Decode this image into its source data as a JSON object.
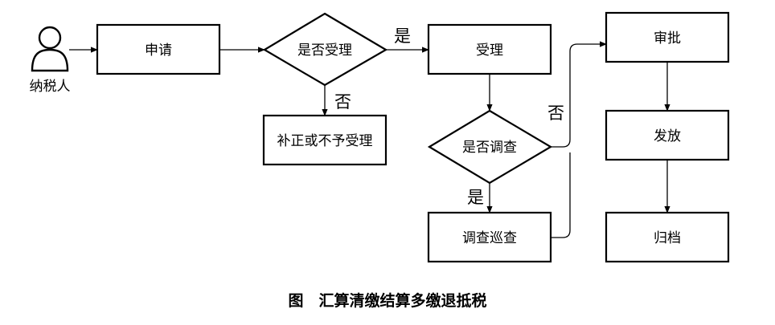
{
  "actor": {
    "label": "纳税人"
  },
  "nodes": {
    "apply": "申请",
    "accept_check": "是否受理",
    "reject": "补正或不予受理",
    "accept": "受理",
    "investigate_check": "是否调查",
    "investigate": "调查巡查",
    "approve": "审批",
    "issue": "发放",
    "archive": "归档"
  },
  "edges": {
    "accept_yes": "是",
    "accept_no": "否",
    "investigate_no": "否",
    "investigate_yes": "是"
  },
  "caption": "图　汇算清缴结算多缴退抵税"
}
